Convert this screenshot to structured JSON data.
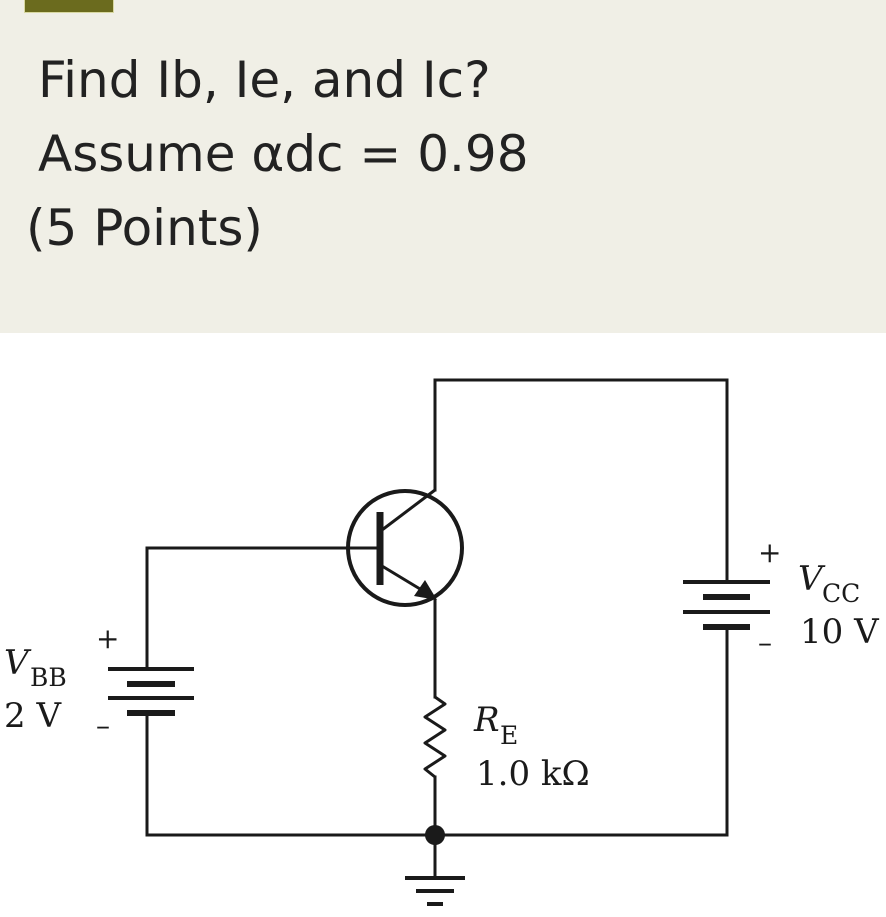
{
  "question": {
    "line1": "Find Ib, Ie, and Ic?",
    "line2": "Assume αdc = 0.98",
    "line3": "(5 Points)"
  },
  "circuit": {
    "vbb": {
      "symbol": "V",
      "subscript": "BB",
      "value": "2 V",
      "plus": "+",
      "minus": "–"
    },
    "vcc": {
      "symbol": "V",
      "subscript": "CC",
      "value": "10 V",
      "plus": "+",
      "minus": "–"
    },
    "re": {
      "symbol": "R",
      "subscript": "E",
      "value": "1.0 kΩ"
    }
  },
  "colors": {
    "panel": "#f0efe6",
    "text": "#222222",
    "wire": "#1a1a1a",
    "tab": "#6b6b1e"
  }
}
